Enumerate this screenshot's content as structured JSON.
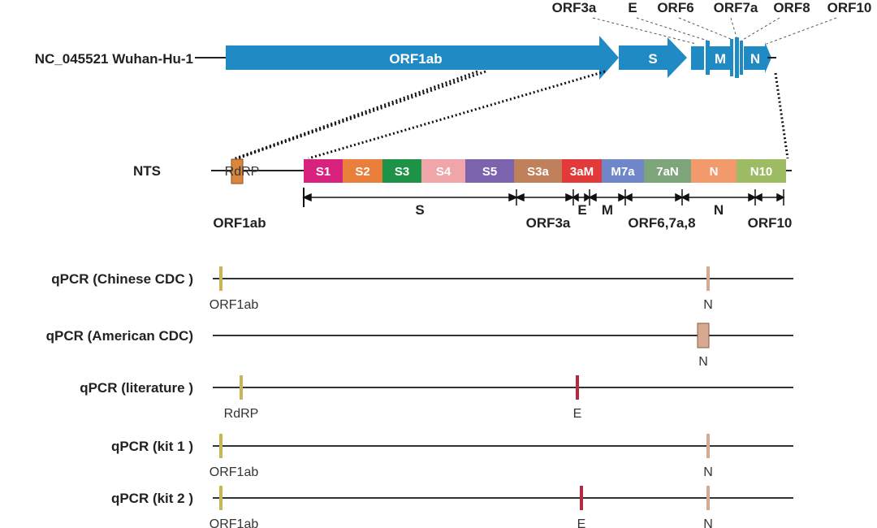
{
  "genome": {
    "label": "NC_045521 Wuhan-Hu-1",
    "arrows": [
      "ORF1ab",
      "S",
      "M",
      "N"
    ],
    "small_orfs": [
      "ORF3a",
      "E",
      "ORF6",
      "ORF7a",
      "ORF8",
      "ORF10"
    ]
  },
  "nts": {
    "label": "NTS",
    "rdrp": "RdRP",
    "rdrp_gene": "ORF1ab",
    "segments": [
      {
        "text": "S1",
        "color": "#d8237e"
      },
      {
        "text": "S2",
        "color": "#e97f3a"
      },
      {
        "text": "S3",
        "color": "#1d9348"
      },
      {
        "text": "S4",
        "color": "#f0a6a8"
      },
      {
        "text": "S5",
        "color": "#7b63ad"
      },
      {
        "text": "S3a",
        "color": "#c1805c"
      },
      {
        "text": "3aM",
        "color": "#e2393a"
      },
      {
        "text": "M7a",
        "color": "#6f86c9"
      },
      {
        "text": "7aN",
        "color": "#7ea47a"
      },
      {
        "text": "N",
        "color": "#f29a6b"
      },
      {
        "text": "N10",
        "color": "#9dbb62"
      }
    ],
    "regions": [
      "S",
      "ORF3a",
      "E",
      "M",
      "ORF6,7a,8",
      "N",
      "ORF10"
    ]
  },
  "assays": [
    {
      "name": "qPCR (Chinese CDC )",
      "targets": [
        "ORF1ab",
        "N"
      ]
    },
    {
      "name": "qPCR (American CDC)",
      "targets": [
        "N"
      ]
    },
    {
      "name": "qPCR (literature )",
      "targets": [
        "RdRP",
        "E"
      ]
    },
    {
      "name": "qPCR (kit 1 )",
      "targets": [
        "ORF1ab",
        "N"
      ]
    },
    {
      "name": "qPCR (kit 2 )",
      "targets": [
        "ORF1ab",
        "E",
        "N"
      ]
    }
  ],
  "colors": {
    "genome_blue": "#1f8ac4",
    "rdrp_box": "#d9873e",
    "orf1ab_marker": "#c8b55a",
    "n_marker": "#d6aa90",
    "e_marker": "#b72a3e"
  }
}
